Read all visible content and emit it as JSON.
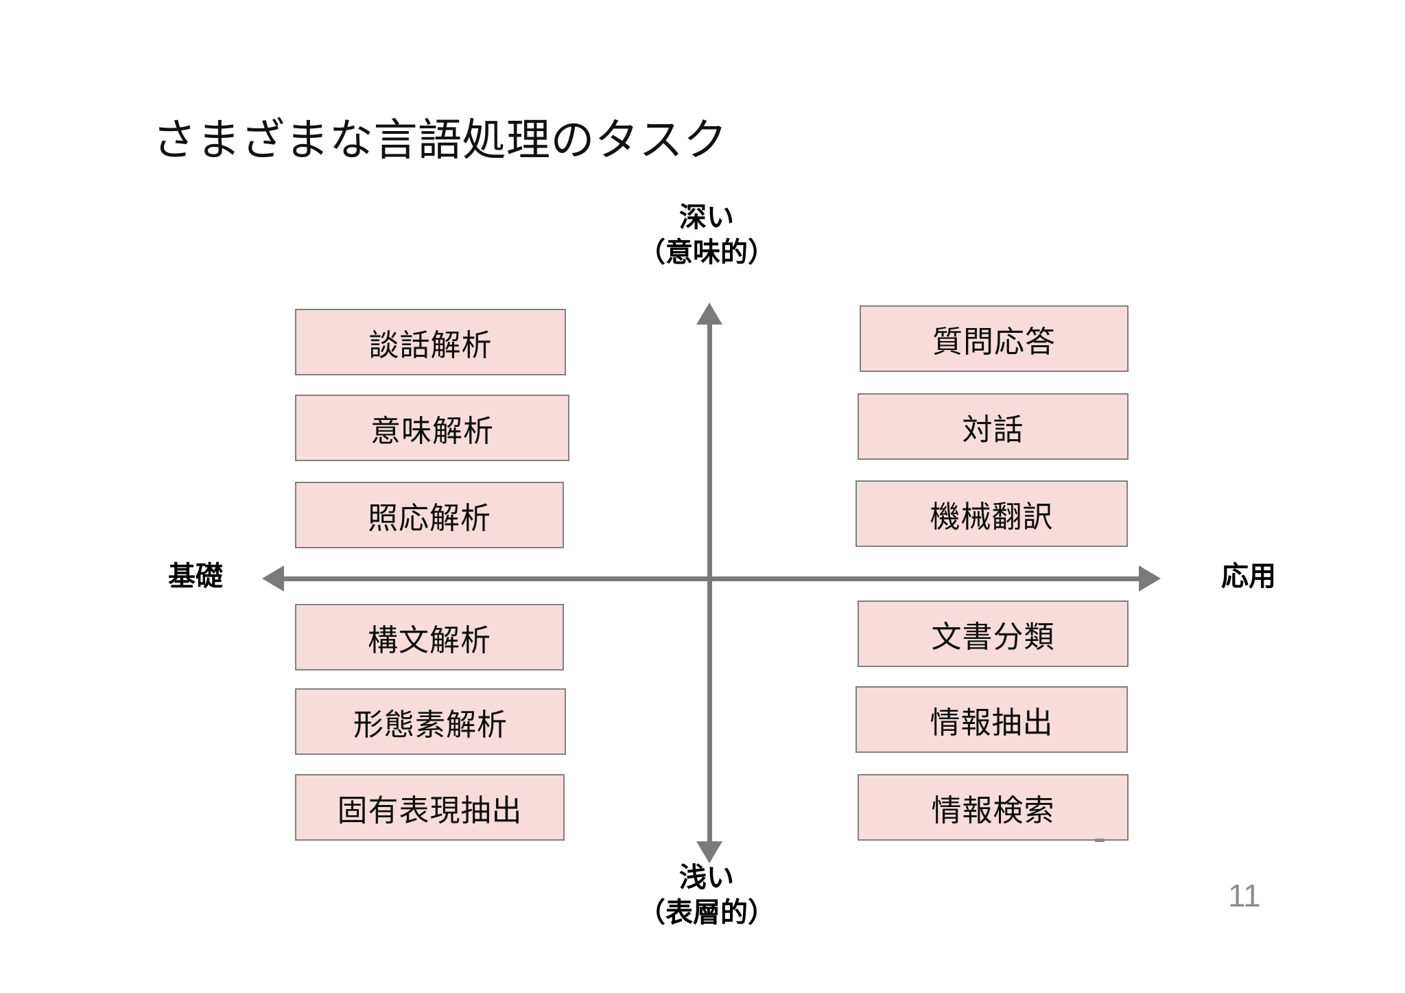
{
  "slide": {
    "title": "さまざまな言語処理のタスク",
    "page_number": "11",
    "colors": {
      "box_fill": "#F8DCDC",
      "box_border": "#808080",
      "axis": "#7a7a7a",
      "text": "#0d0d0d",
      "page_number": "#8c8c8c"
    }
  },
  "axes": {
    "vertical": {
      "top_label_line1": "深い",
      "top_label_line2": "（意味的）",
      "bottom_label_line1": "浅い",
      "bottom_label_line2": "（表層的）"
    },
    "horizontal": {
      "left_label": "基礎",
      "right_label": "応用"
    }
  },
  "quadrants": {
    "upper_left": {
      "tasks": [
        {
          "label": "談話解析"
        },
        {
          "label": "意味解析"
        },
        {
          "label": "照応解析"
        }
      ]
    },
    "lower_left": {
      "tasks": [
        {
          "label": "構文解析"
        },
        {
          "label": "形態素解析"
        },
        {
          "label": "固有表現抽出"
        }
      ]
    },
    "upper_right": {
      "tasks": [
        {
          "label": "質問応答"
        },
        {
          "label": "対話"
        },
        {
          "label": "機械翻訳"
        }
      ]
    },
    "lower_right": {
      "tasks": [
        {
          "label": "文書分類"
        },
        {
          "label": "情報抽出"
        },
        {
          "label": "情報検索"
        }
      ]
    }
  }
}
